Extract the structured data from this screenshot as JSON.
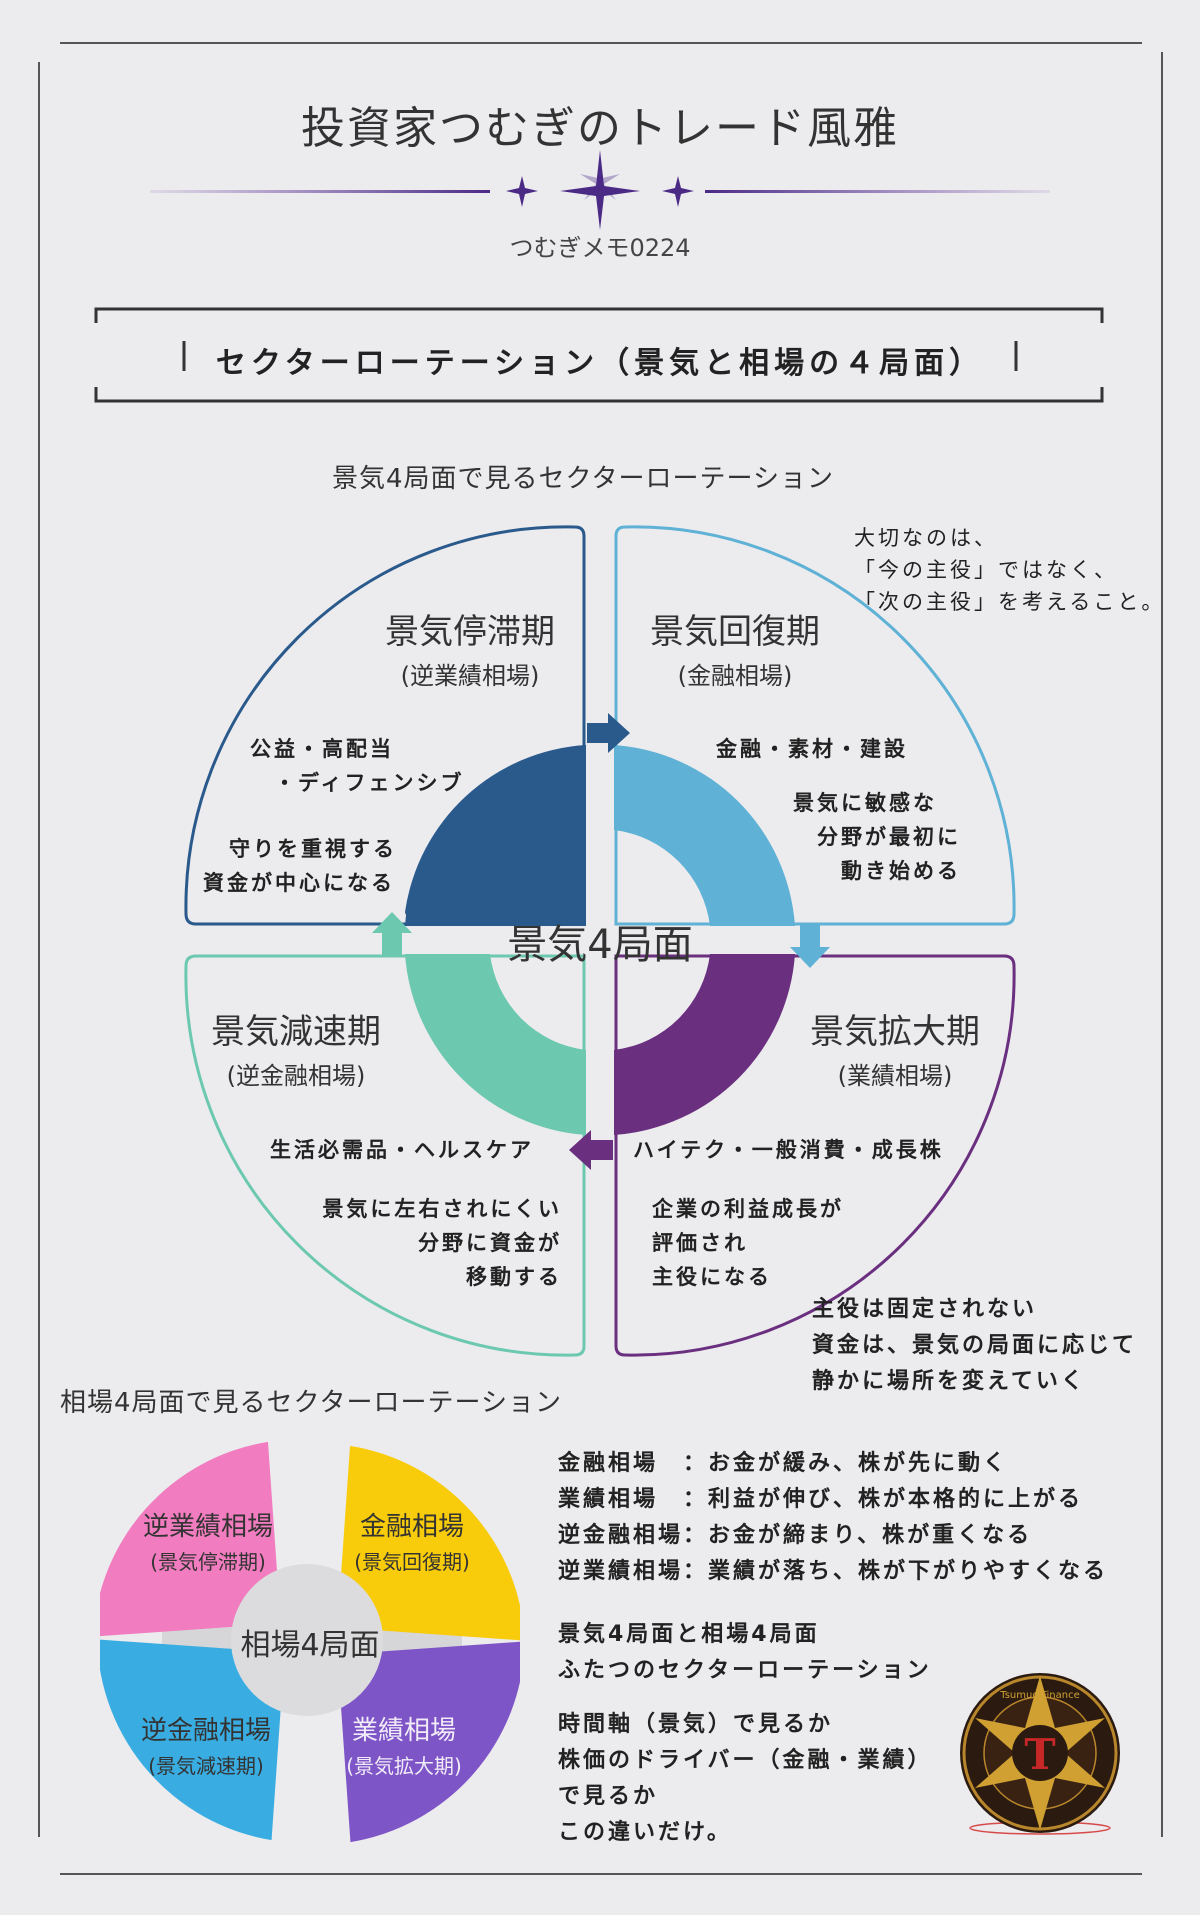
{
  "header": {
    "title": "投資家つむぎのトレード風雅",
    "memo": "つむぎメモ0224"
  },
  "banner": {
    "text": "セクターローテーション（景気と相場の４局面）"
  },
  "cycle": {
    "heading": "景気4局面で見るセクターローテーション",
    "center": "景気4局面",
    "note": [
      "大切なのは、",
      "「今の主役」ではなく、",
      "「次の主役」を考えること。"
    ],
    "quadrants": {
      "stagnation": {
        "title": "景気停滞期",
        "sub": "(逆業績相場)",
        "sectors": [
          "公益・高配当",
          "・ディフェンシブ"
        ],
        "desc": [
          "守りを重視する",
          "資金が中心になる"
        ],
        "color": "#2a5a8c"
      },
      "recovery": {
        "title": "景気回復期",
        "sub": "(金融相場)",
        "sectors": [
          "金融・素材・建設"
        ],
        "desc": [
          "景気に敏感な",
          "分野が最初に",
          "動き始める"
        ],
        "color": "#5fb2d6"
      },
      "expansion": {
        "title": "景気拡大期",
        "sub": "(業績相場)",
        "sectors": [
          "ハイテク・一般消費・成長株"
        ],
        "desc": [
          "企業の利益成長が",
          "評価され",
          "主役になる"
        ],
        "color": "#6a2f7f"
      },
      "slowdown": {
        "title": "景気減速期",
        "sub": "(逆金融相場)",
        "sectors": [
          "生活必需品・ヘルスケア"
        ],
        "desc": [
          "景気に左右されにくい",
          "分野に資金が",
          "移動する"
        ],
        "color": "#6cc9b0"
      }
    },
    "bottom_note": [
      "主役は固定されない",
      "資金は、景気の局面に応じて",
      "静かに場所を変えていく"
    ]
  },
  "market": {
    "heading": "相場4局面で見るセクターローテーション",
    "center": "相場4局面",
    "slices": [
      {
        "title": "逆業績相場",
        "sub": "(景気停滞期)",
        "color": "#f17cbf"
      },
      {
        "title": "金融相場",
        "sub": "(景気回復期)",
        "color": "#f8cc0a"
      },
      {
        "title": "業績相場",
        "sub": "(景気拡大期)",
        "color": "#7e55c7"
      },
      {
        "title": "逆金融相場",
        "sub": "(景気減速期)",
        "color": "#39ade2"
      }
    ],
    "definitions": [
      {
        "term": "金融相場　",
        "desc": "：お金が緩み、株が先に動く"
      },
      {
        "term": "業績相場　",
        "desc": "：利益が伸び、株が本格的に上がる"
      },
      {
        "term": "逆金融相場",
        "desc": "：お金が締まり、株が重くなる"
      },
      {
        "term": "逆業績相場",
        "desc": "：業績が落ち、株が下がりやすくなる"
      }
    ],
    "summary1": [
      "景気4局面と相場4局面",
      "ふたつのセクターローテーション"
    ],
    "summary2": [
      "時間軸（景気）で見るか",
      "株価のドライバー（金融・業績）",
      "で見るか",
      "この違いだけ。"
    ]
  },
  "logo": {
    "letter": "T",
    "ring_text": "TsumugiFinance"
  }
}
